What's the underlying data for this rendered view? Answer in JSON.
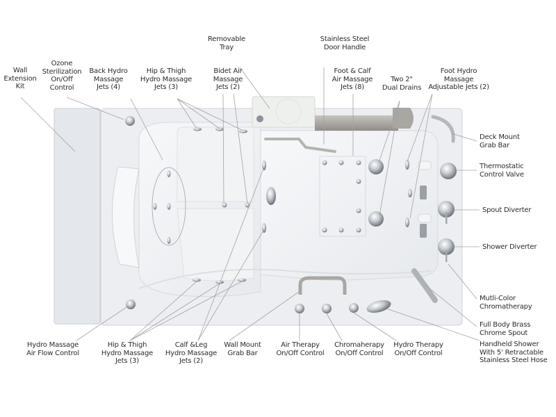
{
  "diagram": {
    "subject": "Walk-in bathtub top view with labeled features",
    "colors": {
      "background": "#ffffff",
      "tub_body": "#e9ecef",
      "tub_basin": "#f4f5f7",
      "extension_panel": "#e3e6ea",
      "chrome": "#b9bec4",
      "brushed_steel": "#a7a49f",
      "leader_line": "#9a9a9a",
      "label_text": "#2b2b2b"
    },
    "labels": {
      "wall_extension_kit": "Wall\nExtension\nKit",
      "ozone_sterilization": "Ozone\nSterilization\nOn/Off\nControl",
      "back_hydro_jets": "Back Hydro\nMassage\nJets (4)",
      "hip_thigh_top": "Hip & Thigh\nHydro Massage\nJets (3)",
      "bidet_air_jets": "Bidet Air\nMassage\nJets (2)",
      "removable_tray": "Removable\nTray",
      "door_handle": "Stainless Steel\nDoor Handle",
      "foot_calf_air_jets": "Foot & Calf\nAir Massage\nJets (8)",
      "dual_drains": "Two 2\"\nDual Drains",
      "foot_hydro_jets": "Foot Hydro\nMassage\nAdjustable Jets (2)",
      "deck_grab_bar": "Deck Mount\nGrab Bar",
      "thermostatic_valve": "Thermostatic\nControl Valve",
      "spout_diverter": "Spout Diverter",
      "shower_diverter": "Shower Diverter",
      "chromatherapy": "Mutli-Color\nChromatherapy",
      "brass_spout": "Full Body Brass\nChrome Spout",
      "handheld_shower": "Handheld Shower\nWith 5' Retractable\nStainless Steel Hose",
      "air_flow_control": "Hydro Massage\nAir Flow Control",
      "hip_thigh_bottom": "Hip & Thigh\nHydro Massage\nJets (3)",
      "calf_leg_jets": "Calf &Leg\nHydro Massage\nJets (2)",
      "wall_grab_bar": "Wall Mount\nGrab Bar",
      "air_therapy_control": "Air Therapy\nOn/Off Control",
      "chromatherapy_control": "Chromaherapy\nOn/Off Control",
      "hydro_therapy_control": "Hydro Therapy\nOn/Off Control"
    }
  }
}
